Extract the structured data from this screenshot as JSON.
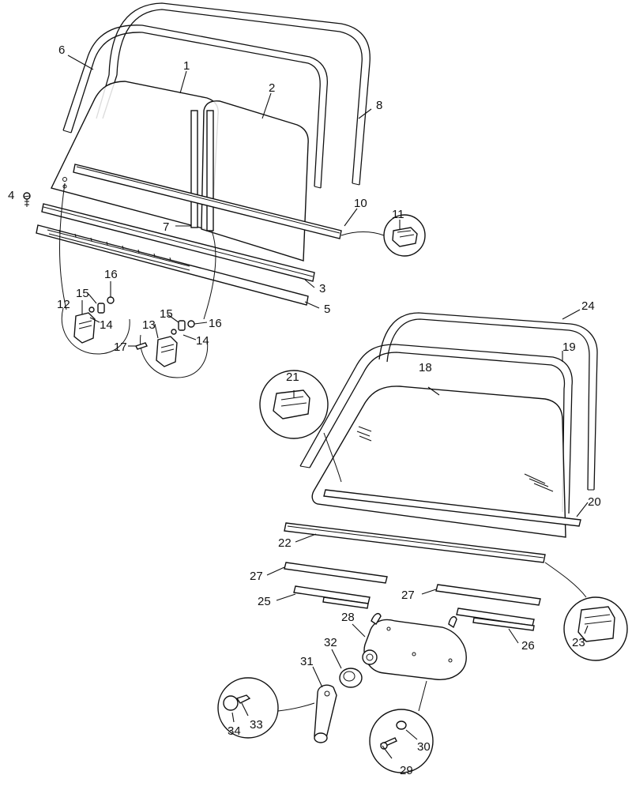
{
  "diagram": {
    "callouts": {
      "c1": "1",
      "c2": "2",
      "c3": "3",
      "c4": "4",
      "c5": "5",
      "c6": "6",
      "c7": "7",
      "c8": "8",
      "c10": "10",
      "c11": "11",
      "c12": "12",
      "c13": "13",
      "c14a": "14",
      "c14b": "14",
      "c15a": "15",
      "c15b": "15",
      "c16a": "16",
      "c16b": "16",
      "c17": "17",
      "c18": "18",
      "c19": "19",
      "c20": "20",
      "c21": "21",
      "c22": "22",
      "c23": "23",
      "c24": "24",
      "c25": "25",
      "c26": "26",
      "c27a": "27",
      "c27b": "27",
      "c28": "28",
      "c29": "29",
      "c30": "30",
      "c31": "31",
      "c32": "32",
      "c33": "33",
      "c34": "34"
    }
  }
}
